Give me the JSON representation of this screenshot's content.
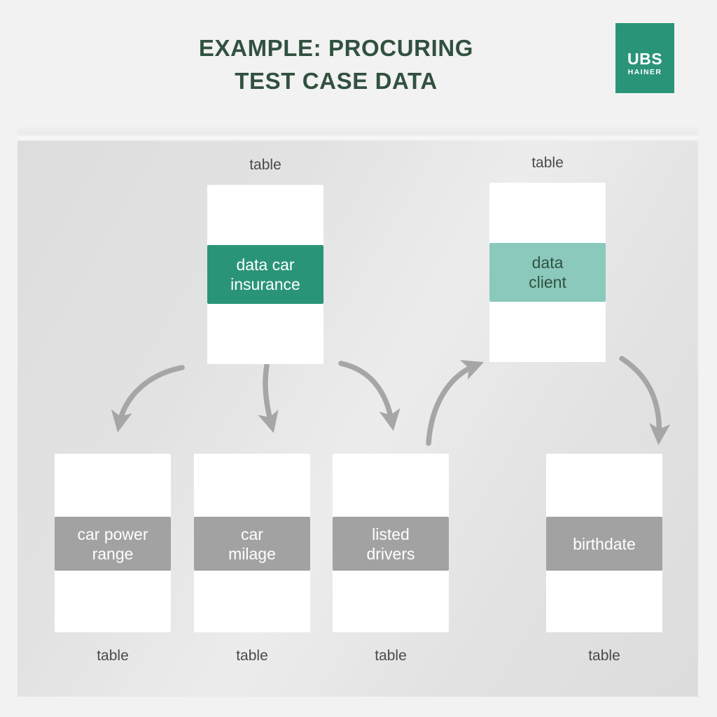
{
  "header": {
    "title_line1": "EXAMPLE: PROCURING",
    "title_line2": "TEST CASE DATA",
    "title_color": "#31513f"
  },
  "logo": {
    "primary_text": "UBS",
    "secondary_text": "HAINER",
    "background_color": "#2a9479",
    "text_color": "#ffffff"
  },
  "diagram": {
    "caption_label": "table",
    "colors": {
      "panel_background": "#e3e3e3",
      "page_background": "#f2f2f2",
      "band_dark_teal": "#2a9479",
      "band_light_teal": "#8ac9bc",
      "band_gray": "#a2a2a2",
      "arrow_gray": "#a6a6a6",
      "card_white": "#ffffff"
    },
    "top_row": [
      {
        "caption": "table",
        "band_label": "data car insurance",
        "band_line1": "data car",
        "band_line2": "insurance",
        "band_style": "dark"
      },
      {
        "caption": "table",
        "band_label": "data client",
        "band_line1": "data",
        "band_line2": "client",
        "band_style": "light"
      }
    ],
    "bottom_row": [
      {
        "caption": "table",
        "band_label": "car power range",
        "band_line1": "car power",
        "band_line2": "range",
        "band_style": "gray"
      },
      {
        "caption": "table",
        "band_label": "car milage",
        "band_line1": "car",
        "band_line2": "milage",
        "band_style": "gray"
      },
      {
        "caption": "table",
        "band_label": "listed drivers",
        "band_line1": "listed",
        "band_line2": "drivers",
        "band_style": "gray"
      },
      {
        "caption": "table",
        "band_label": "birthdate",
        "band_line1": "birthdate",
        "band_line2": "",
        "band_style": "gray"
      }
    ],
    "connections": [
      {
        "from": "data car insurance",
        "to": "car power range",
        "direction": "down-left"
      },
      {
        "from": "data car insurance",
        "to": "car milage",
        "direction": "down"
      },
      {
        "from": "data car insurance",
        "to": "listed drivers",
        "direction": "down-right"
      },
      {
        "from": "listed drivers",
        "to": "data client",
        "direction": "up-right"
      },
      {
        "from": "data client",
        "to": "birthdate",
        "direction": "down-right"
      }
    ]
  }
}
